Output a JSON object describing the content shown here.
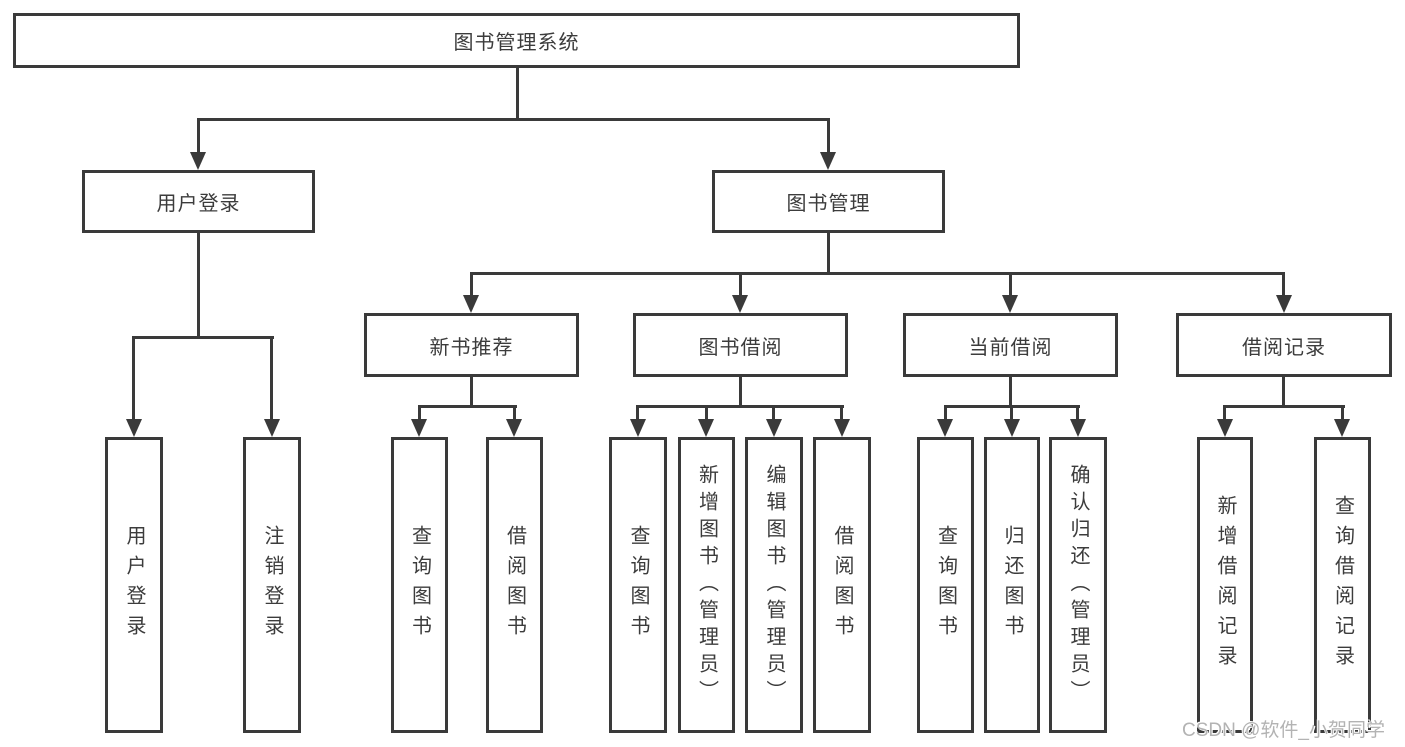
{
  "diagram_title": "图书管理系统",
  "tree": {
    "root": {
      "label": "图书管理系统"
    },
    "branches": [
      {
        "label": "用户登录",
        "children": [
          {
            "label": "用户登录"
          },
          {
            "label": "注销登录"
          }
        ]
      },
      {
        "label": "图书管理",
        "children": [
          {
            "label": "新书推荐",
            "children": [
              {
                "label": "查询图书"
              },
              {
                "label": "借阅图书"
              }
            ]
          },
          {
            "label": "图书借阅",
            "children": [
              {
                "label": "查询图书"
              },
              {
                "label": "新增图书（管理员）"
              },
              {
                "label": "编辑图书（管理员）"
              },
              {
                "label": "借阅图书"
              }
            ]
          },
          {
            "label": "当前借阅",
            "children": [
              {
                "label": "查询图书"
              },
              {
                "label": "归还图书"
              },
              {
                "label": "确认归还（管理员）"
              }
            ]
          },
          {
            "label": "借阅记录",
            "children": [
              {
                "label": "新增借阅记录"
              },
              {
                "label": "查询借阅记录"
              }
            ]
          }
        ]
      }
    ]
  },
  "watermark": "CSDN @软件_小贺同学",
  "colors": {
    "line": "#3a3a3a",
    "text": "#3c3c3c",
    "background": "#ffffff",
    "watermark": "#b3b3b3"
  }
}
